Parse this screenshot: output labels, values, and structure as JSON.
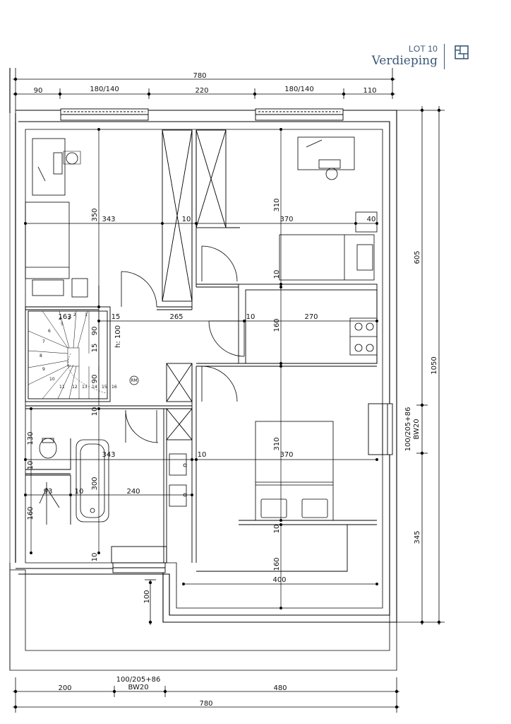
{
  "header": {
    "lot": "LOT 10",
    "floor": "Verdieping",
    "icon": "floorplan-icon",
    "accent_color": "#3a5877"
  },
  "dimensions": {
    "top_total": "780",
    "top_segments": [
      "90",
      "180/140",
      "220",
      "180/140",
      "110"
    ],
    "right_segments": [
      "605",
      "1050",
      "345"
    ],
    "right_window": "100/205+86",
    "right_window_code": "BW20",
    "bottom_segments": [
      "200",
      "480"
    ],
    "bottom_window": "100/205+86",
    "bottom_window_code": "BW20",
    "bottom_total": "780",
    "terrace_depth": "100"
  },
  "rooms": {
    "bedroom_nw": {
      "width": "343",
      "depth": "350"
    },
    "wall_a": "10",
    "bedroom_ne": {
      "width": "370",
      "depth": "310"
    },
    "wardrobe_depth": "40",
    "wall_b": "10",
    "stair_width": "163",
    "stair_wall": "15",
    "stair_gap_1": "90",
    "stair_wall_2": "15",
    "stair_gap_2": "90",
    "headroom": "h: 100",
    "hall_width": "265",
    "wall_c": "10",
    "storage": {
      "width": "270",
      "depth": "160"
    },
    "rm_label": "RM",
    "stair_steps": [
      "1",
      "2",
      "3",
      "4",
      "5",
      "6",
      "7",
      "8",
      "9",
      "10",
      "11",
      "12",
      "13",
      "14",
      "15",
      "16"
    ],
    "wall_d": "10",
    "bathroom": {
      "width": "343",
      "wc_depth": "130",
      "wall": "10",
      "shower_width": "93",
      "wall_2": "10",
      "bath_length": "300",
      "depth": "160",
      "vanity_width": "240"
    },
    "master": {
      "width": "370",
      "depth": "310",
      "wall": "10",
      "wall_2": "10",
      "lower_depth": "160",
      "lower_width": "400"
    },
    "wall_e": "10"
  }
}
